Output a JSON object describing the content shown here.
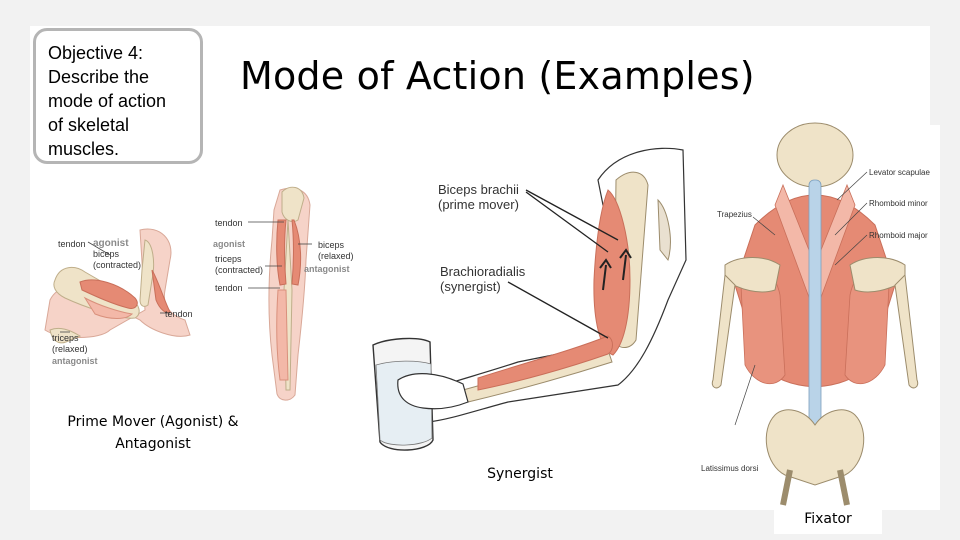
{
  "objective": {
    "lines": [
      "Objective 4:",
      "Describe the",
      "mode of action",
      "of skeletal",
      "muscles."
    ]
  },
  "title": "Mode of Action (Examples)",
  "arm_diagram": {
    "labels": {
      "tendon_top": "tendon",
      "tendon_left": "tendon",
      "agonist_left": "agonist",
      "biceps_line1": "biceps",
      "biceps_line2": "(contracted)",
      "agonist_right": "agonist",
      "triceps_line1": "triceps",
      "triceps_line2": "(contracted)",
      "tendon_mid": "tendon",
      "biceps_relaxed_line1": "biceps",
      "biceps_relaxed_line2": "(relaxed)",
      "antagonist_right": "antagonist",
      "tendon_elbow": "tendon",
      "triceps_relaxed_line1": "triceps",
      "triceps_relaxed_line2": "(relaxed)",
      "antagonist_left": "antagonist"
    }
  },
  "synergist_diagram": {
    "labels": {
      "biceps_line1": "Biceps brachii",
      "biceps_line2": "(prime mover)",
      "brachio_line1": "Brachioradialis",
      "brachio_line2": "(synergist)"
    }
  },
  "fixator_diagram": {
    "labels": {
      "levator": "Levator scapulae",
      "rhomboid_minor": "Rhomboid minor",
      "trapezius": "Trapezius",
      "rhomboid_major": "Rhomboid major",
      "latissimus": "Latissimus dorsi"
    }
  },
  "captions": {
    "prime_line1": "Prime Mover (Agonist) &",
    "prime_line2": "Antagonist",
    "synergist": "Synergist",
    "fixator": "Fixator"
  },
  "colors": {
    "muscle": "#e58a74",
    "muscle_light": "#f3b8a8",
    "bone": "#efe3c8",
    "skin": "#f6d3c8",
    "spine": "#b9d3e8"
  }
}
